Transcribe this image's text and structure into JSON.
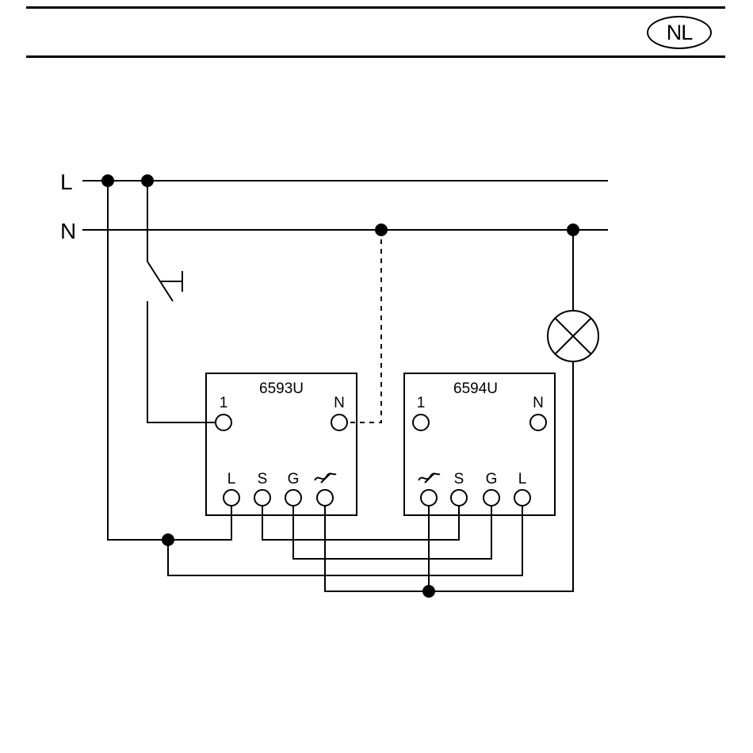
{
  "header": {
    "language_badge": "NL"
  },
  "diagram": {
    "rails": {
      "live": "L",
      "neutral": "N"
    },
    "modules": [
      {
        "model": "6593U",
        "terminals_top": [
          "1",
          "N"
        ],
        "terminals_bottom": [
          "L",
          "S",
          "G",
          "dimmer-symbol"
        ]
      },
      {
        "model": "6594U",
        "terminals_top": [
          "1",
          "N"
        ],
        "terminals_bottom": [
          "dimmer-symbol",
          "S",
          "G",
          "L"
        ]
      }
    ]
  },
  "colors": {
    "ink": "#000000",
    "background": "#ffffff"
  }
}
